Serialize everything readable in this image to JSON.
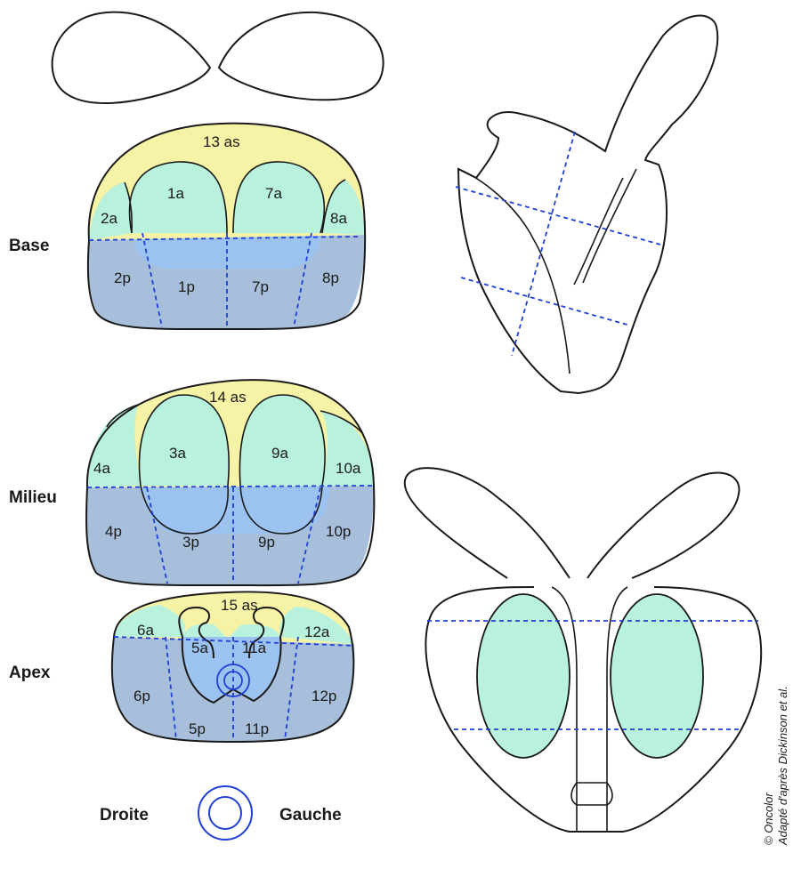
{
  "levels": {
    "base": "Base",
    "mid": "Milieu",
    "apex": "Apex"
  },
  "zones": {
    "base": [
      "13 as",
      "1a",
      "7a",
      "2a",
      "8a",
      "2p",
      "1p",
      "7p",
      "8p"
    ],
    "mid": [
      "14 as",
      "3a",
      "9a",
      "4a",
      "10a",
      "4p",
      "3p",
      "9p",
      "10p"
    ],
    "apex": [
      "15 as",
      "6a",
      "5a",
      "11a",
      "12a",
      "6p",
      "12p",
      "5p",
      "11p"
    ]
  },
  "orientation": {
    "right": "Droite",
    "left": "Gauche"
  },
  "credit": {
    "line1": "© Oncolor",
    "line2": "Adapté d'après Dickinson et al."
  },
  "colors": {
    "apical_stroma": "#f7f3a6",
    "anterior": "#b8f2dd",
    "posterior": "#a7bfda",
    "central": "#9cc3f0",
    "division_lines": "#1f3fd6"
  }
}
